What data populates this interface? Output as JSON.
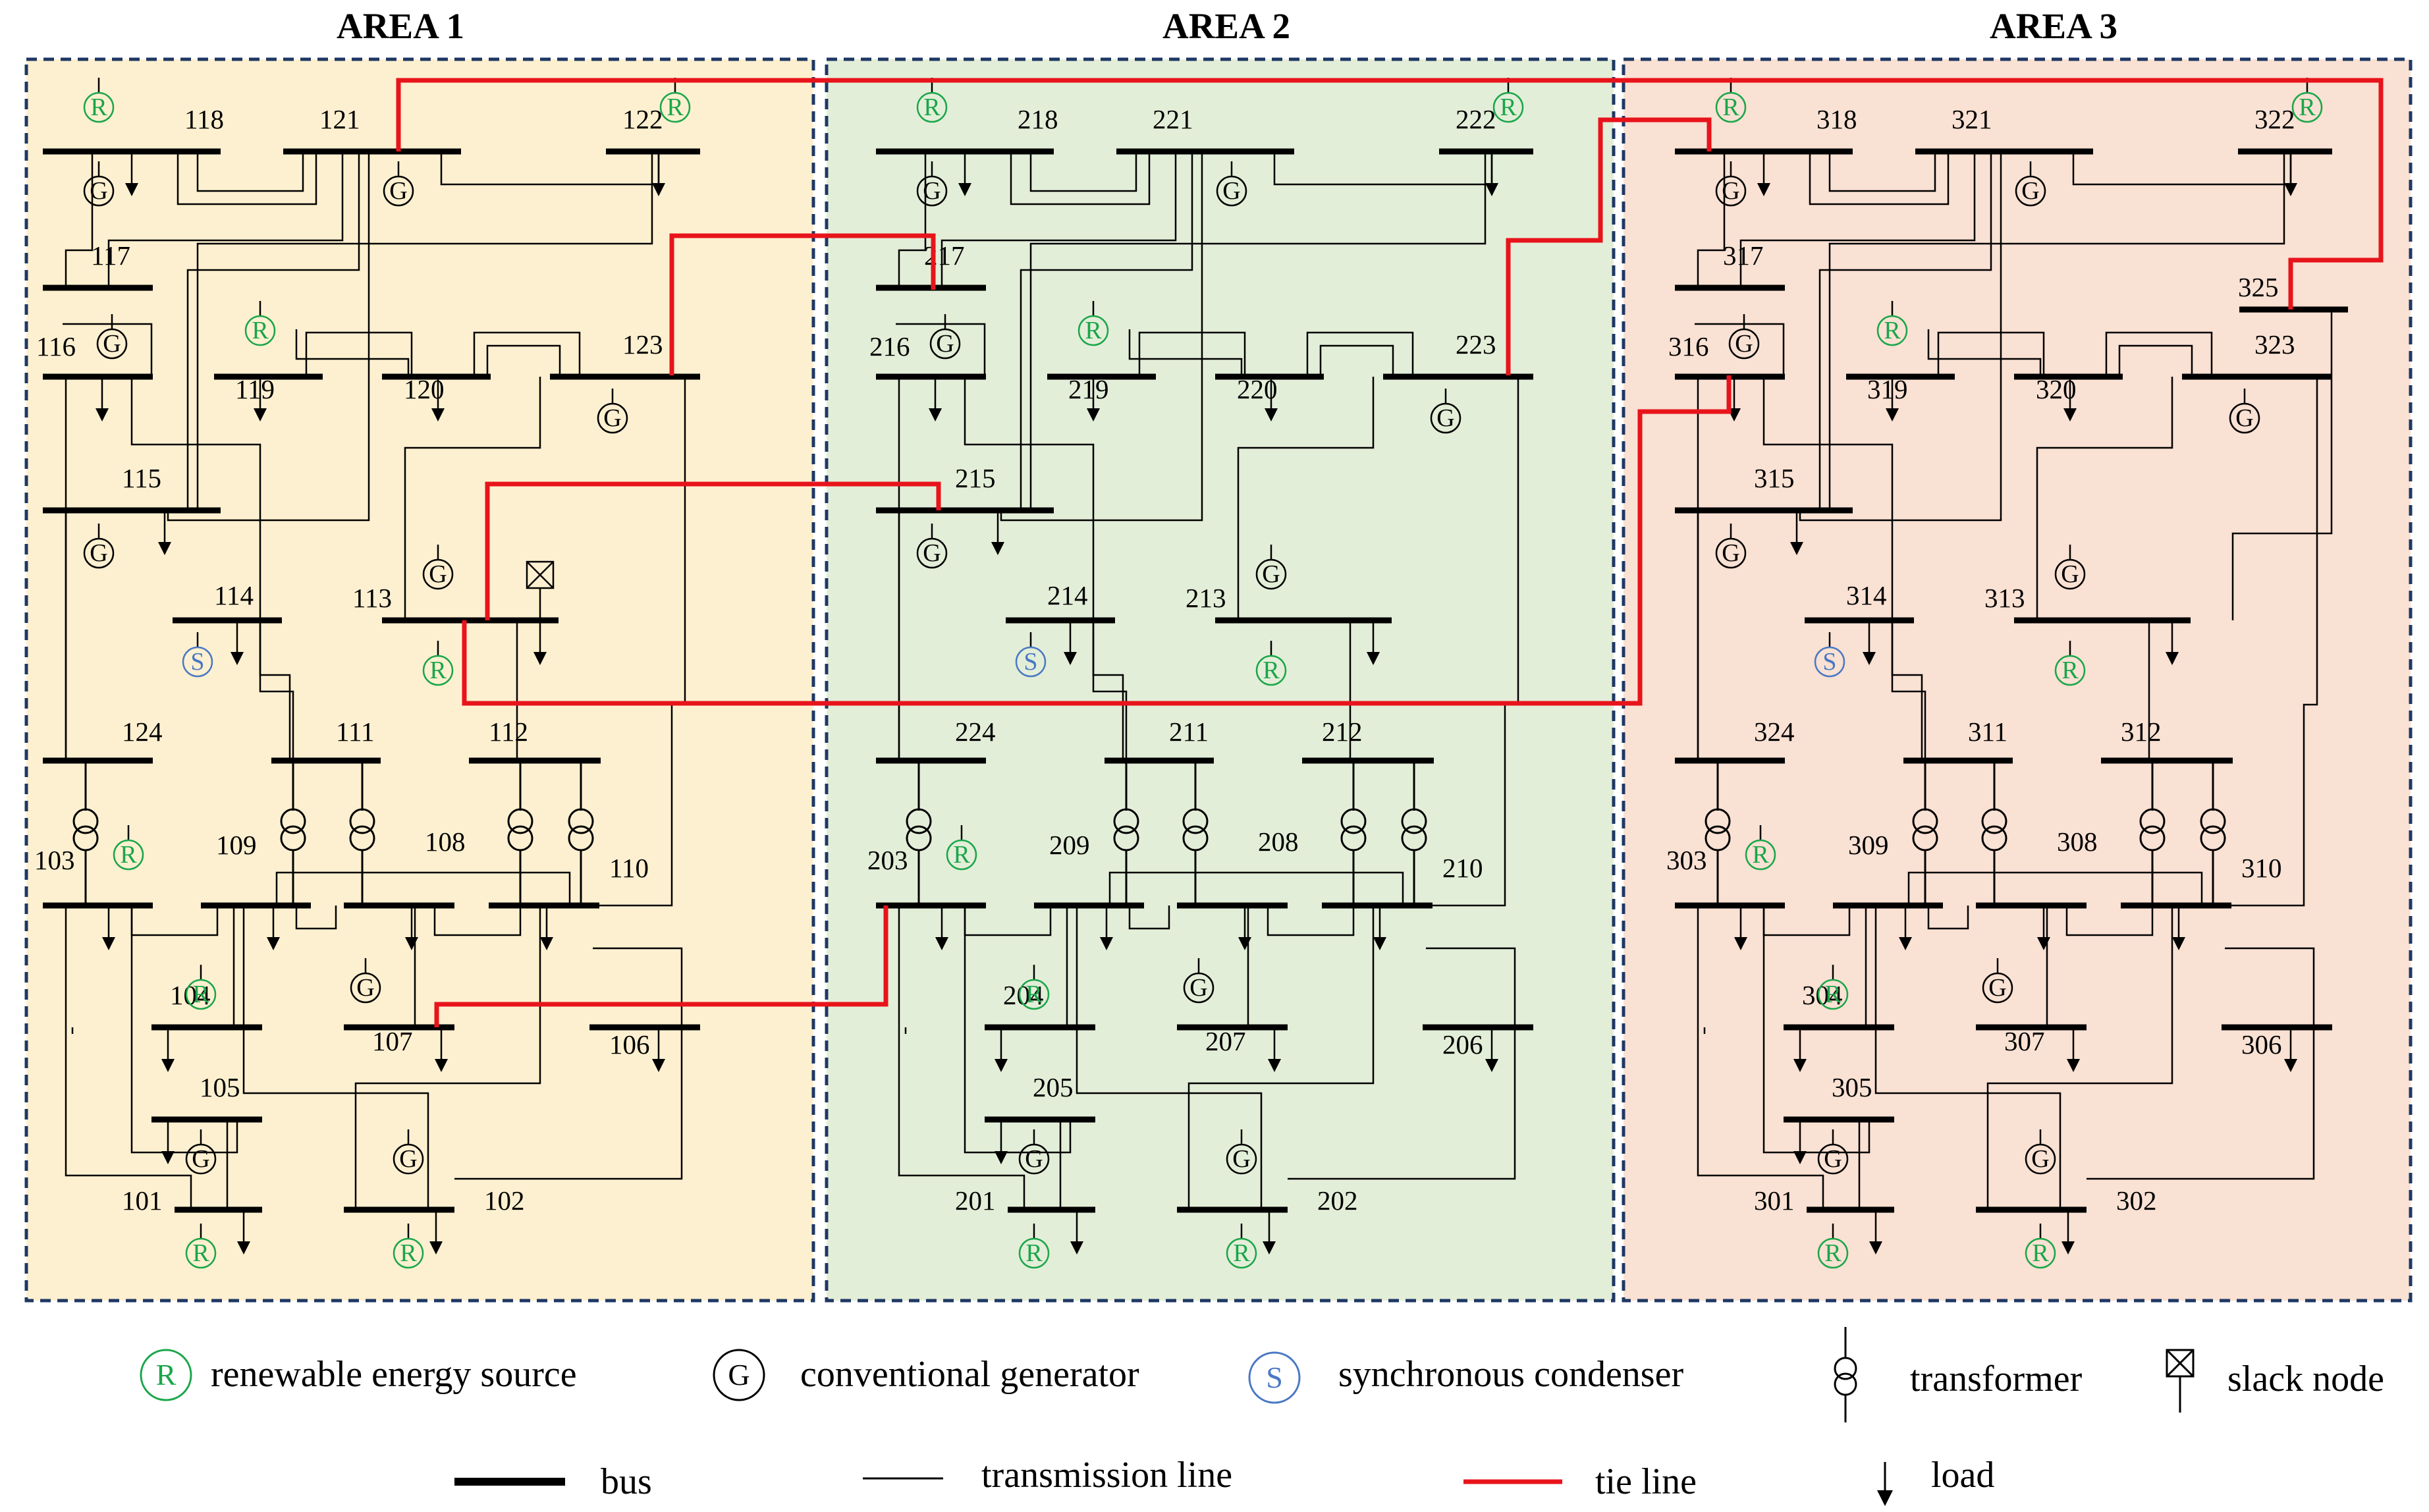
{
  "areas": [
    {
      "title": "AREA 1",
      "fill": "#fdf0d0"
    },
    {
      "title": "AREA 2",
      "fill": "#e3eed8"
    },
    {
      "title": "AREA 3",
      "fill": "#f9e1d3"
    }
  ],
  "buses": [
    "101",
    "102",
    "103",
    "104",
    "105",
    "106",
    "107",
    "108",
    "109",
    "110",
    "111",
    "112",
    "113",
    "114",
    "115",
    "116",
    "117",
    "118",
    "119",
    "120",
    "121",
    "122",
    "123",
    "124",
    "201",
    "202",
    "203",
    "204",
    "205",
    "206",
    "207",
    "208",
    "209",
    "210",
    "211",
    "212",
    "213",
    "214",
    "215",
    "216",
    "217",
    "218",
    "219",
    "220",
    "221",
    "222",
    "223",
    "224",
    "301",
    "302",
    "303",
    "304",
    "305",
    "306",
    "307",
    "308",
    "309",
    "310",
    "311",
    "312",
    "313",
    "314",
    "315",
    "316",
    "317",
    "318",
    "319",
    "320",
    "321",
    "322",
    "323",
    "324",
    "325"
  ],
  "symbols": {
    "renewable": "R",
    "generator": "G",
    "condenser": "S"
  },
  "legend": {
    "renewable": "renewable energy source",
    "generator": "conventional generator",
    "condenser": "synchronous condenser",
    "transformer": "transformer",
    "slack": "slack node",
    "bus": "bus",
    "line": "transmission line",
    "tie": "tie line",
    "load": "load"
  },
  "colors": {
    "renewable": "#1aa64a",
    "condenser": "#4a78c4",
    "tie_line": "#e8141b",
    "border": "#1f3864"
  }
}
